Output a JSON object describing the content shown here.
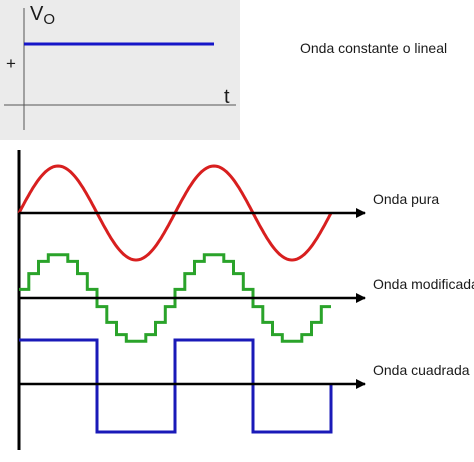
{
  "top_panel": {
    "axis_y_label_main": "V",
    "axis_y_label_sub": "O",
    "plus_sign": "+",
    "axis_x_label": "t",
    "caption": "Onda constante o lineal"
  },
  "waves": {
    "pure": {
      "label": "Onda pura"
    },
    "modified": {
      "label": "Onda modificada"
    },
    "square": {
      "label": "Onda cuadrada"
    }
  },
  "colors": {
    "panel_bg": "#ebebeb",
    "constant_line": "#1515c8",
    "pure_wave": "#d81f1f",
    "modified_wave": "#2aa32a",
    "square_wave": "#1a1ab8",
    "axis": "#000000"
  },
  "icons": {
    "arrow": "arrowhead-icon"
  }
}
